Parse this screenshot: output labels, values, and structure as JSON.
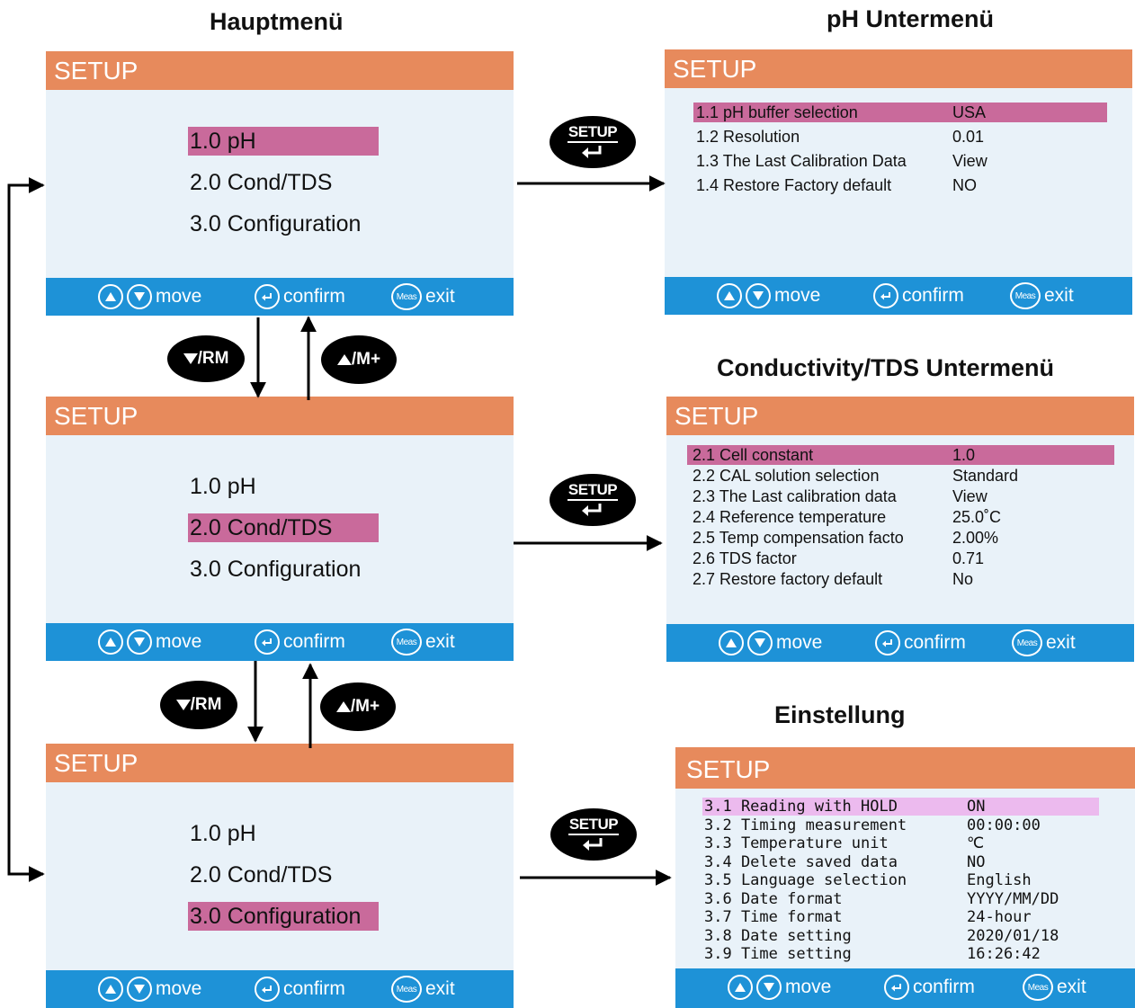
{
  "headings": {
    "main": "Hauptmenü",
    "ph_sub": "pH Untermenü",
    "cond_sub": "Conductivity/TDS Untermenü",
    "config_sub": "Einstellung"
  },
  "screen": {
    "title": "SETUP",
    "footer": {
      "move": "move",
      "confirm": "confirm",
      "meas": "Meas",
      "exit": "exit"
    }
  },
  "main_menu": [
    "1.0 pH",
    "2.0 Cond/TDS",
    "3.0 Configuration"
  ],
  "main_screens_selected": [
    0,
    1,
    2
  ],
  "ph_menu": [
    {
      "label": "1.1 pH buffer selection",
      "value": "USA",
      "selected": true
    },
    {
      "label": "1.2 Resolution",
      "value": "0.01"
    },
    {
      "label": "1.3 The Last Calibration Data",
      "value": "View"
    },
    {
      "label": "1.4 Restore Factory default",
      "value": "NO"
    }
  ],
  "cond_menu": [
    {
      "label": "2.1 Cell constant",
      "value": "1.0",
      "selected": true
    },
    {
      "label": "2.2 CAL solution selection",
      "value": "Standard"
    },
    {
      "label": "2.3 The Last calibration data",
      "value": "View"
    },
    {
      "label": "2.4 Reference temperature",
      "value": "25.0˚C"
    },
    {
      "label": "2.5 Temp compensation facto",
      "value": "2.00%"
    },
    {
      "label": "2.6 TDS factor",
      "value": "0.71"
    },
    {
      "label": "2.7 Restore factory default",
      "value": "No"
    }
  ],
  "config_menu": [
    {
      "label": "3.1  Reading with HOLD",
      "value": "ON",
      "selected": true
    },
    {
      "label": "3.2  Timing measurement",
      "value": "00:00:00"
    },
    {
      "label": "3.3  Temperature unit",
      "value": "℃"
    },
    {
      "label": "3.4  Delete saved data",
      "value": "NO"
    },
    {
      "label": "3.5  Language selection",
      "value": "English"
    },
    {
      "label": "3.6  Date format",
      "value": "YYYY/MM/DD"
    },
    {
      "label": "3.7  Time format",
      "value": "24-hour"
    },
    {
      "label": "3.8  Date setting",
      "value": "2020/01/18"
    },
    {
      "label": "3.9  Time setting",
      "value": "16:26:42"
    }
  ],
  "keys": {
    "down": "/RM",
    "up": "/M+",
    "setup": "SETUP"
  },
  "colors": {
    "header": "#e78a5c",
    "footer": "#1e92d7",
    "screen_bg": "#e9f2f9",
    "selection": "#c96a9b",
    "selection_config": "#ecbaee"
  }
}
